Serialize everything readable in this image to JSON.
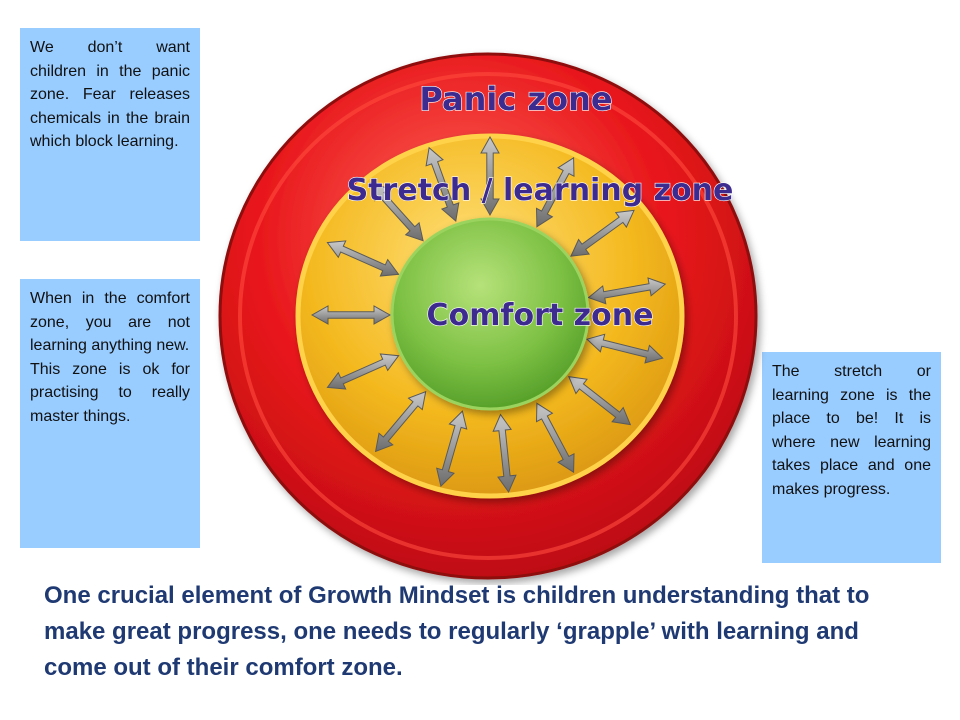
{
  "diagram": {
    "zones": {
      "panic": {
        "label": "Panic zone",
        "color": "#e8161b"
      },
      "stretch": {
        "label": "Stretch / learning zone",
        "color": "#f2b81d"
      },
      "comfort": {
        "label": "Comfort zone",
        "color": "#7cc043"
      }
    },
    "label_text_color": "#3d2b8f"
  },
  "notes": {
    "panic": "We don’t want children in the panic zone. Fear releases chemicals in the brain which block learning.",
    "comfort_1": "When in the comfort zone, you are not learning anything new.",
    "comfort_2": "This zone is ok for practising to really master things.",
    "stretch": "The stretch or learning zone is the place to be! It is where new learning takes place and one makes progress."
  },
  "caption": "One crucial element of Growth Mindset is children understanding that to make great progress, one needs to regularly ‘grapple’ with learning and come out of their comfort zone."
}
